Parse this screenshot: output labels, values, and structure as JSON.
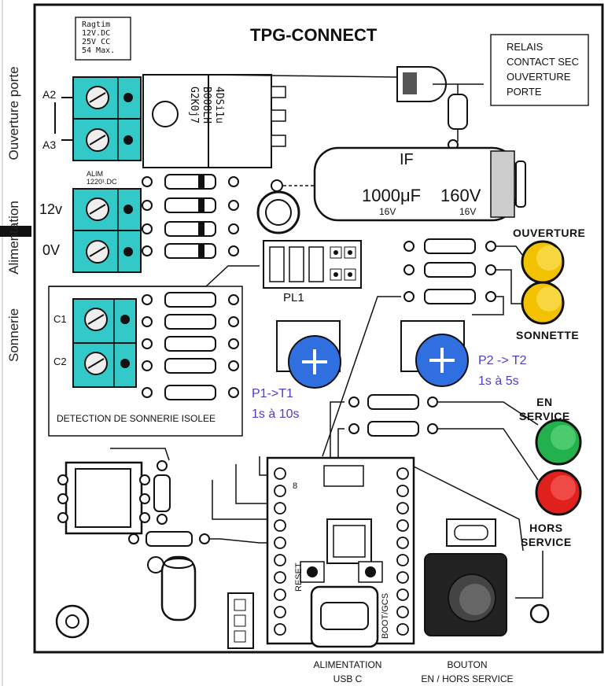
{
  "title": "TPG-CONNECT",
  "relay_spec": [
    "Ragtim",
    "12V.DC",
    "25V CC",
    "54 Max."
  ],
  "relay_note": [
    "RELAIS",
    "CONTACT SEC",
    "OUVERTURE",
    "PORTE"
  ],
  "side_labels": {
    "door": "Ouverture porte",
    "power": "Alimentation",
    "bell": "Sonnerie"
  },
  "terminals": {
    "a2": "A2",
    "a3": "A3",
    "v12": "12v",
    "v0": "0V",
    "c1": "C1",
    "c2": "C2",
    "alim": "ALIM",
    "alim_sub": "1220¹.DC"
  },
  "regulator_text": [
    "4DSi1u",
    "B008LH",
    "G2K0j7"
  ],
  "capacitor": {
    "value": "1000μF",
    "voltage": "160V",
    "sub1": "16V",
    "sub2": "16V",
    "mark": "IF"
  },
  "connector_label": "PL1",
  "leds": {
    "ouverture": "OUVERTURE",
    "sonnette": "SONNETTE",
    "en_service": [
      "EN",
      "SERVICE"
    ],
    "hors_service": [
      "HORS",
      "SERVICE"
    ]
  },
  "pots": {
    "p1": [
      "P1->T1",
      "1s à 10s"
    ],
    "p2": [
      "P2 -> T2",
      "1s à 5s"
    ]
  },
  "detection_label": "DETECTION DE SONNERIE ISOLEE",
  "bottom": {
    "usb": [
      "ALIMENTATION",
      "USB C"
    ],
    "button": [
      "BOUTON",
      "EN / HORS SERVICE"
    ]
  },
  "mcu_text": {
    "left": "RESET",
    "right": "BOOT/GCS",
    "top": "8"
  },
  "colors": {
    "terminal": "#33c9c9",
    "led_yellow": "#f2c200",
    "led_green": "#22b14c",
    "led_red": "#e0201c",
    "pot_blue": "#2f6fe0",
    "annotation": "#4a3fc9"
  }
}
